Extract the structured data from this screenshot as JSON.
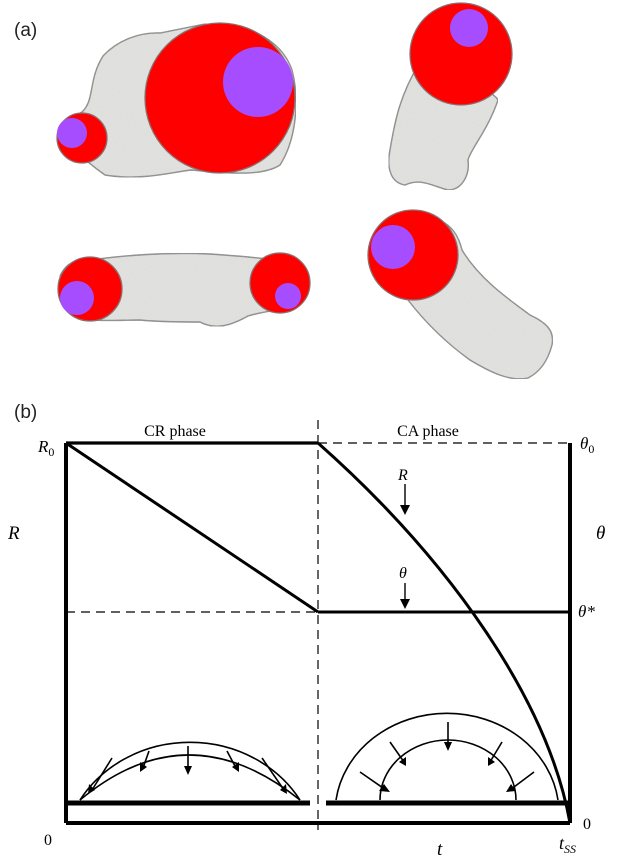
{
  "panel_a": {
    "label": "(a)"
  },
  "panel_b": {
    "label": "(b)",
    "phases": {
      "cr": "CR phase",
      "ca": "CA phase"
    },
    "left_axis": {
      "title": "R",
      "top_tick": "R",
      "top_tick_sub": "0",
      "bottom_tick": "0"
    },
    "right_axis": {
      "title": "θ",
      "top_tick": "θ",
      "top_tick_sub": "0",
      "mid_tick": "θ*",
      "bottom_tick": "0"
    },
    "x_axis": {
      "title": "t",
      "end_tick": "t",
      "end_tick_sub": "SS"
    },
    "curve_labels": {
      "radius": "R",
      "angle": "θ"
    }
  },
  "colors": {
    "droplet": "#ff0000",
    "core": "#a64dff",
    "particle": "#e6e6e4",
    "particle_edge": "#707070",
    "line": "#000000"
  }
}
